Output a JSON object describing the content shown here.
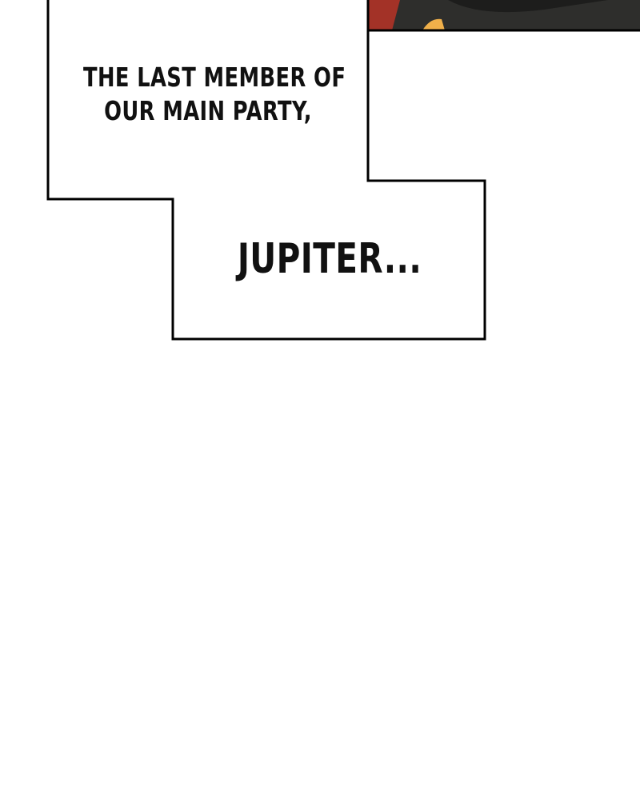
{
  "panel": {
    "caption_line_1": "THE LAST MEMBER OF",
    "caption_line_2": "OUR MAIN PARTY,",
    "caption_name": "JUPITER...",
    "colors": {
      "background": "#ffffff",
      "border": "#000000",
      "text": "#111111",
      "art_dark": "#2e2e2c",
      "art_red": "#a33227",
      "art_skin": "#f0b04a"
    }
  }
}
